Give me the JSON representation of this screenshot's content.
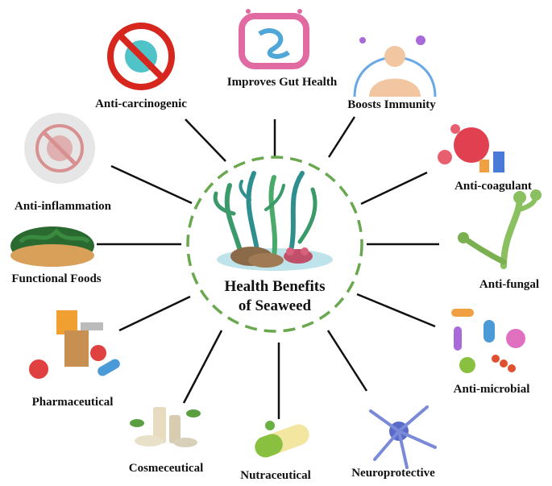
{
  "center": {
    "title_line1": "Health Benefits",
    "title_line2": "of Seaweed"
  },
  "benefits": [
    {
      "label": "Improves  Gut Health",
      "icon": "intestine-icon"
    },
    {
      "label": "Boosts Immunity",
      "icon": "human-body-icon"
    },
    {
      "label": "Anti-coagulant",
      "icon": "blood-virus-icon"
    },
    {
      "label": "Anti-fungal",
      "icon": "fungus-icon"
    },
    {
      "label": "Anti-microbial",
      "icon": "microbes-icon"
    },
    {
      "label": "Neuroprotective",
      "icon": "neuron-icon"
    },
    {
      "label": "Nutraceutical",
      "icon": "capsule-icon"
    },
    {
      "label": "Cosmeceutical",
      "icon": "cosmetics-icon"
    },
    {
      "label": "Pharmaceutical",
      "icon": "medicine-icon"
    },
    {
      "label": "Functional  Foods",
      "icon": "seaweed-bowl-icon"
    },
    {
      "label": "Anti-inflammation",
      "icon": "no-inflammation-icon"
    },
    {
      "label": "Anti-carcinogenic",
      "icon": "no-cancer-icon"
    }
  ],
  "colors": {
    "circle_dash": "#6aa84f",
    "connector": "#111111",
    "seaweed_green": "#3a9a6a",
    "seaweed_teal": "#2f8f8f",
    "rock": "#8b6a4a",
    "prohibition_red": "#d7261e",
    "virus_teal": "#4fc3c8"
  }
}
